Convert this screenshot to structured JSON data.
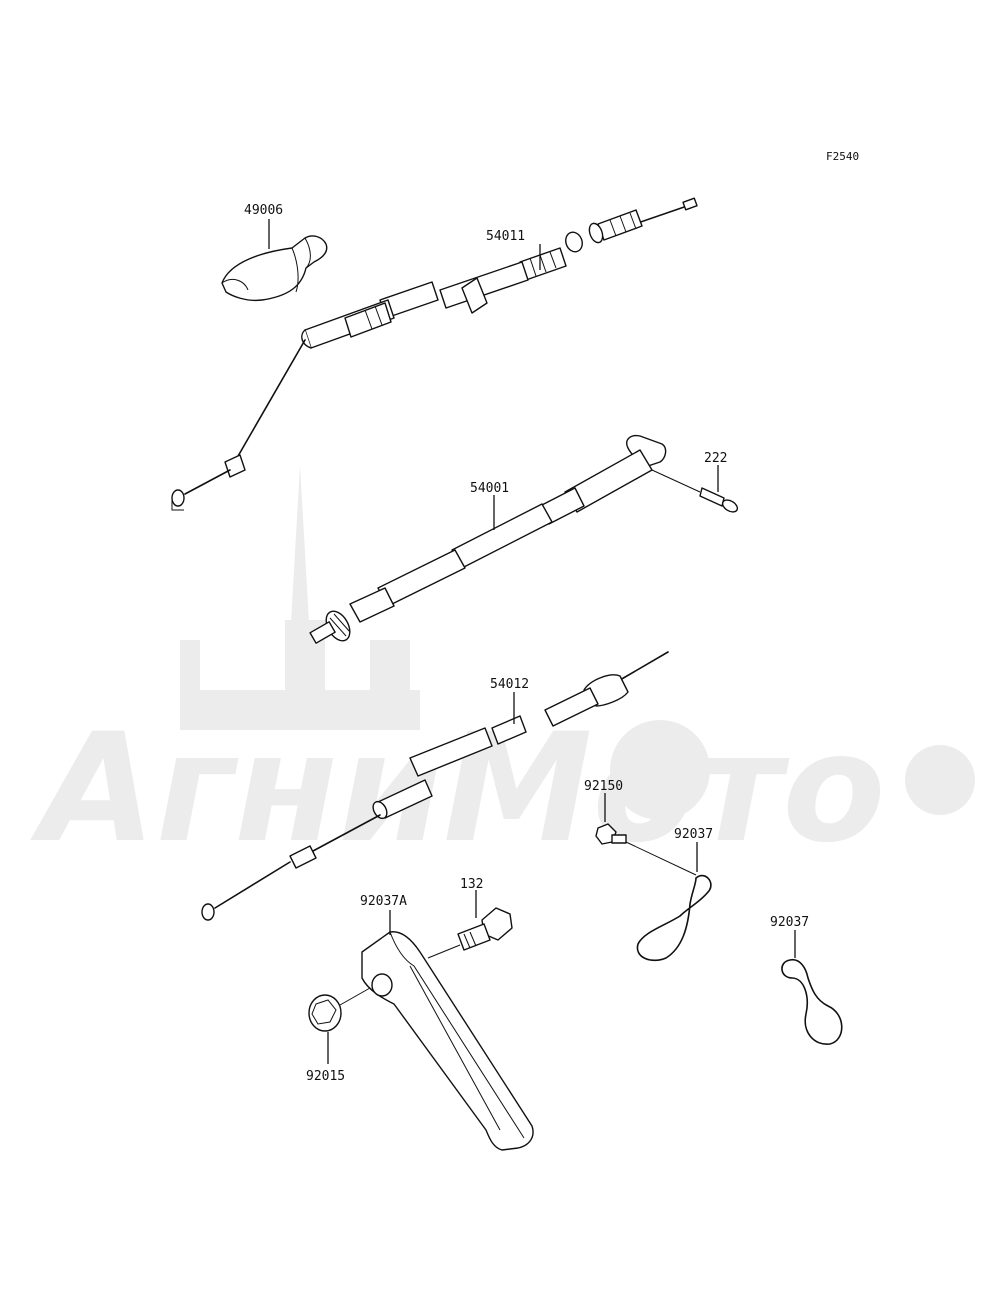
{
  "figure_id": "F2540",
  "watermark": {
    "text": "АгниМото"
  },
  "labels": {
    "p49006": "49006",
    "p54011": "54011",
    "p54001": "54001",
    "p222": "222",
    "p54012": "54012",
    "p92150": "92150",
    "p92037_a": "92037",
    "p92037_b": "92037",
    "p132": "132",
    "p92037A": "92037A",
    "p92015": "92015"
  }
}
